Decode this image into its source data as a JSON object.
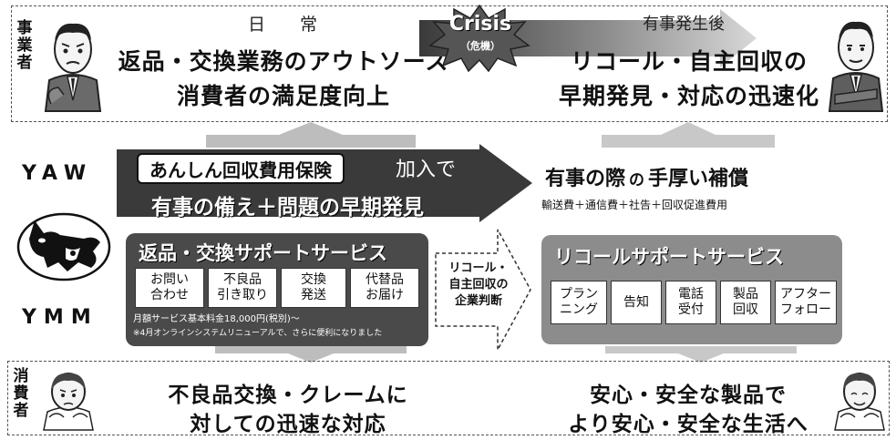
{
  "top": {
    "side_label": [
      "事",
      "業",
      "者"
    ],
    "daily_title": "日　　常",
    "daily_line1": "返品・交換業務のアウトソース",
    "daily_line2": "消費者の満足度向上",
    "crisis_label": "Crisis",
    "crisis_sub": "（危機）",
    "after_title": "有事発生後",
    "after_line1": "リコール・自主回収の",
    "after_line2": "早期発見・対応の迅速化"
  },
  "middle": {
    "yaw_label": "YAW",
    "ymm_label": "YMM",
    "insurance_box": "あんしん回収費用保険",
    "join_label": "加入で",
    "insurance_sub": "有事の備え＋問題の早期発見",
    "comp_title_a": "有事の際",
    "comp_title_b": "の",
    "comp_title_c": "手厚い補償",
    "comp_detail": "輸送費＋通信費＋社告＋回収促進費用",
    "return_title": "返品・交換サポートサービス",
    "return_steps": [
      "お問い\n合わせ",
      "不良品\n引き取り",
      "交換\n発送",
      "代替品\nお届け"
    ],
    "return_note1": "月額サービス基本料金18,000円(税別)〜",
    "return_note2": "※4月オンラインシステムリニューアルで、さらに便利になりました",
    "decision_line1": "リコール・",
    "decision_line2": "自主回収の",
    "decision_line3": "企業判断",
    "recall_title": "リコールサポートサービス",
    "recall_steps": [
      "プラン\nニング",
      "告知",
      "電話\n受付",
      "製品\n回収",
      "アフター\nフォロー"
    ]
  },
  "bottom": {
    "side_label": [
      "消",
      "費",
      "者"
    ],
    "left_line1": "不良品交換・クレームに",
    "left_line2": "対しての迅速な対応",
    "right_line1": "安心・安全な製品で",
    "right_line2": "より安心・安全な生活へ"
  },
  "colors": {
    "dark_arrow": "#3c3c3c",
    "gray_arrow": "#8a8a8a",
    "light_arrow": "#d0d0d0"
  }
}
